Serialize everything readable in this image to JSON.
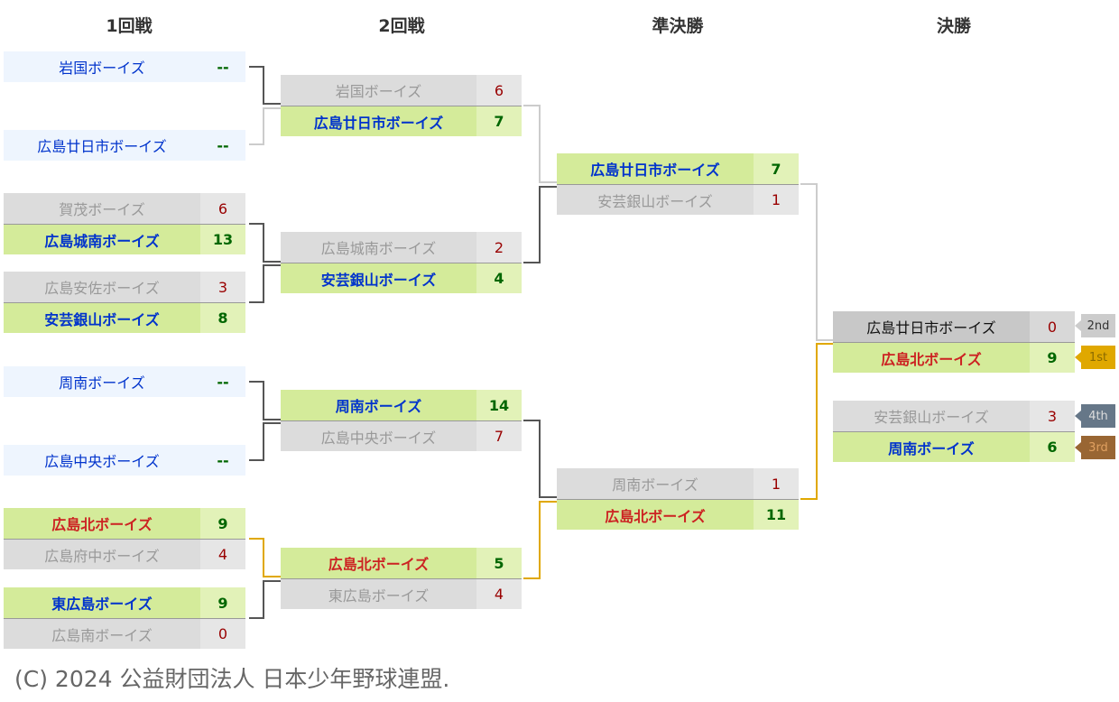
{
  "headers": [
    "1回戦",
    "2回戦",
    "準決勝",
    "決勝"
  ],
  "rounds": [
    [
      [
        {
          "name": "岩国ボーイズ",
          "score": "--",
          "state": "bye"
        }
      ],
      [
        {
          "name": "広島廿日市ボーイズ",
          "score": "--",
          "state": "bye"
        }
      ],
      [
        {
          "name": "賀茂ボーイズ",
          "score": "6",
          "state": "lose"
        },
        {
          "name": "広島城南ボーイズ",
          "score": "13",
          "state": "win"
        }
      ],
      [
        {
          "name": "広島安佐ボーイズ",
          "score": "3",
          "state": "lose"
        },
        {
          "name": "安芸銀山ボーイズ",
          "score": "8",
          "state": "win"
        }
      ],
      [
        {
          "name": "周南ボーイズ",
          "score": "--",
          "state": "bye"
        }
      ],
      [
        {
          "name": "広島中央ボーイズ",
          "score": "--",
          "state": "bye"
        }
      ],
      [
        {
          "name": "広島北ボーイズ",
          "score": "9",
          "state": "win",
          "highlight": true
        },
        {
          "name": "広島府中ボーイズ",
          "score": "4",
          "state": "lose"
        }
      ],
      [
        {
          "name": "東広島ボーイズ",
          "score": "9",
          "state": "win"
        },
        {
          "name": "広島南ボーイズ",
          "score": "0",
          "state": "lose"
        }
      ]
    ],
    [
      [
        {
          "name": "岩国ボーイズ",
          "score": "6",
          "state": "lose"
        },
        {
          "name": "広島廿日市ボーイズ",
          "score": "7",
          "state": "win"
        }
      ],
      [
        {
          "name": "広島城南ボーイズ",
          "score": "2",
          "state": "lose"
        },
        {
          "name": "安芸銀山ボーイズ",
          "score": "4",
          "state": "win"
        }
      ],
      [
        {
          "name": "周南ボーイズ",
          "score": "14",
          "state": "win"
        },
        {
          "name": "広島中央ボーイズ",
          "score": "7",
          "state": "lose"
        }
      ],
      [
        {
          "name": "広島北ボーイズ",
          "score": "5",
          "state": "win",
          "highlight": true
        },
        {
          "name": "東広島ボーイズ",
          "score": "4",
          "state": "lose"
        }
      ]
    ],
    [
      [
        {
          "name": "広島廿日市ボーイズ",
          "score": "7",
          "state": "win"
        },
        {
          "name": "安芸銀山ボーイズ",
          "score": "1",
          "state": "lose"
        }
      ],
      [
        {
          "name": "周南ボーイズ",
          "score": "1",
          "state": "lose"
        },
        {
          "name": "広島北ボーイズ",
          "score": "11",
          "state": "win",
          "highlight": true
        }
      ]
    ],
    [
      [
        {
          "name": "広島廿日市ボーイズ",
          "score": "0",
          "state": "runnerup"
        },
        {
          "name": "広島北ボーイズ",
          "score": "9",
          "state": "win",
          "highlight": true
        }
      ],
      [
        {
          "name": "安芸銀山ボーイズ",
          "score": "3",
          "state": "lose"
        },
        {
          "name": "周南ボーイズ",
          "score": "6",
          "state": "win"
        }
      ]
    ]
  ],
  "badges": [
    {
      "label": "2nd",
      "bg": "#cccccc",
      "fg": "#333333"
    },
    {
      "label": "1st",
      "bg": "#e0a800",
      "fg": "#8a6a00"
    },
    {
      "label": "4th",
      "bg": "#667788",
      "fg": "#dddddd"
    },
    {
      "label": "3rd",
      "bg": "#996633",
      "fg": "#e0a060"
    }
  ],
  "colors": {
    "line": "#555555",
    "light_line": "#cccccc",
    "winner_line": "#e0a800"
  },
  "footer": "(C) 2024 公益財団法人 日本少年野球連盟."
}
